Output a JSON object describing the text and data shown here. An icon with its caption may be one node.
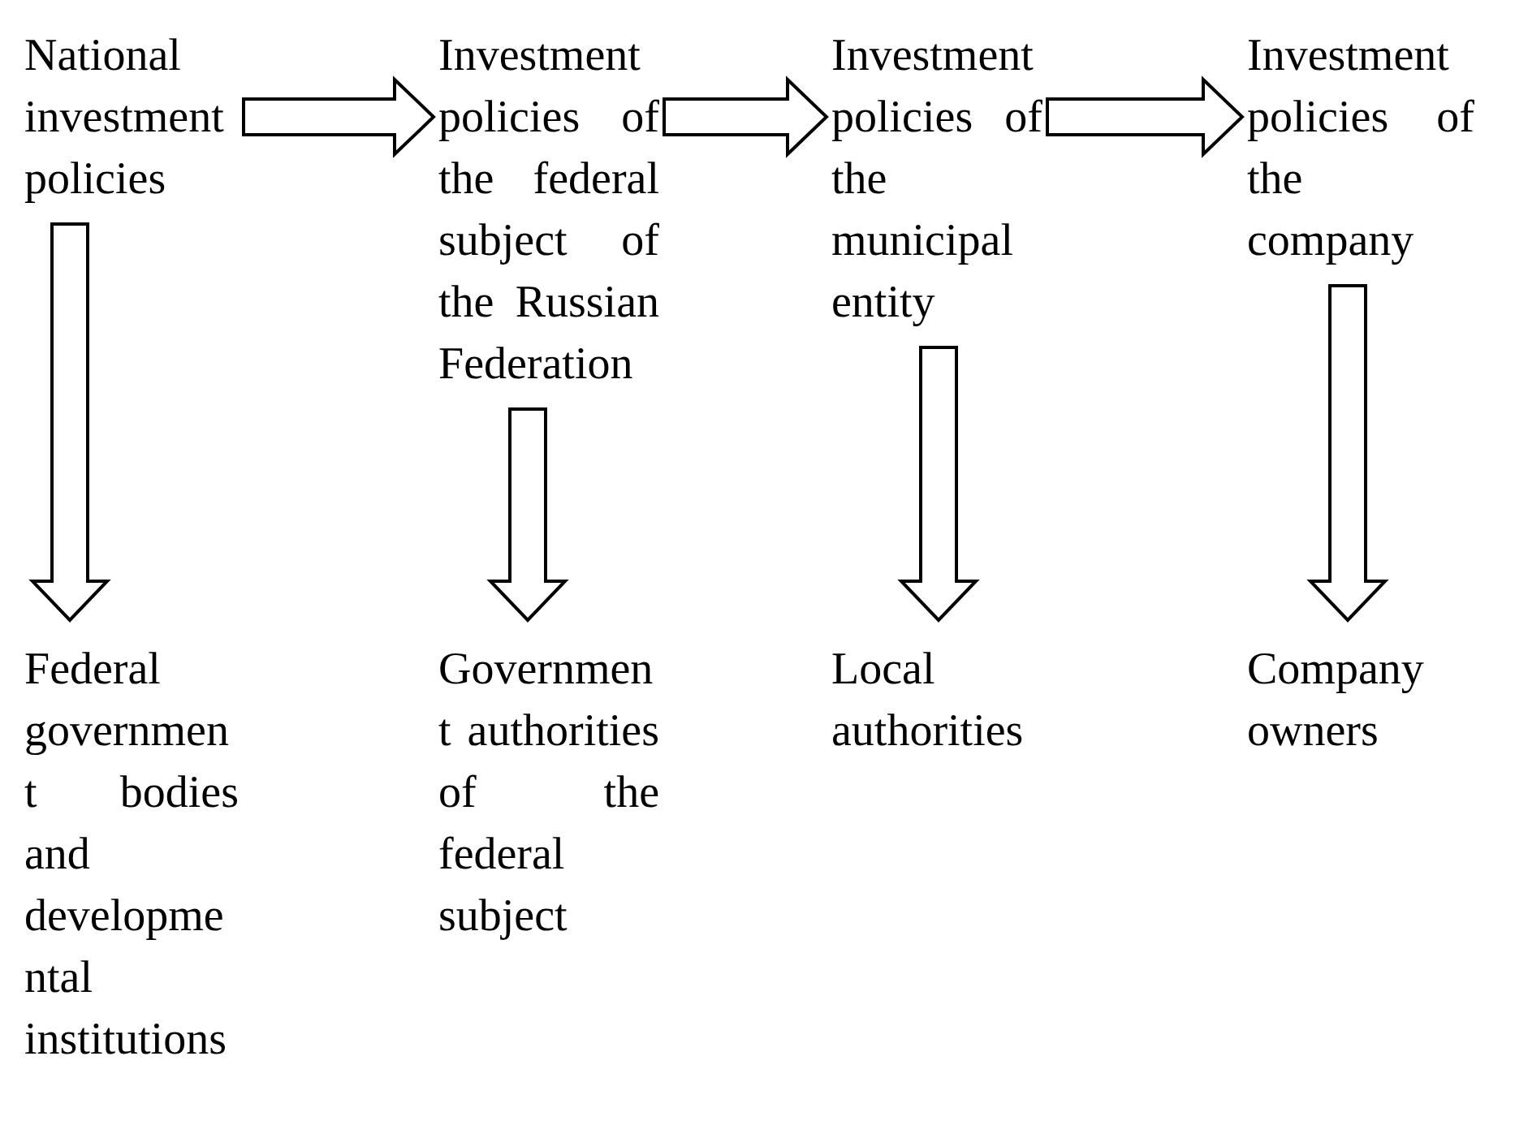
{
  "diagram": {
    "nodes": [
      {
        "text": [
          "National investment policies"
        ]
      },
      {
        "text": [
          "Investment policies of the federal subject of the Russian Federation"
        ]
      },
      {
        "text": [
          "Investment policies of the municipal entity"
        ]
      },
      {
        "text": [
          "Investment policies of the company"
        ]
      },
      {
        "text": [
          "Federal government bodies and developmental institutions"
        ]
      },
      {
        "text": [
          "Government authorities of the federal subject"
        ]
      },
      {
        "text": [
          "Local authorities"
        ]
      },
      {
        "text": [
          "Company owners"
        ]
      }
    ],
    "edges": [
      {
        "from": 0,
        "to": 1,
        "arrow": "to"
      },
      {
        "from": 1,
        "to": 2,
        "arrow": "to"
      },
      {
        "from": 2,
        "to": 3,
        "arrow": "to"
      },
      {
        "from": 0,
        "to": 4,
        "arrow": "to"
      },
      {
        "from": 1,
        "to": 5,
        "arrow": "to"
      },
      {
        "from": 2,
        "to": 6,
        "arrow": "to"
      },
      {
        "from": 3,
        "to": 7,
        "arrow": "to"
      }
    ]
  }
}
